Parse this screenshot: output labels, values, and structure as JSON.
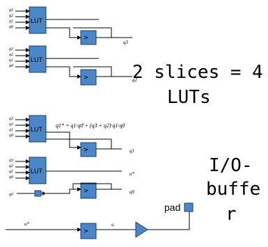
{
  "lut_label": "LUT",
  "ff_symbol": ">",
  "lut1": {
    "inputs": [
      "q3",
      "q2",
      "q1",
      "q0"
    ]
  },
  "lut2": {
    "inputs": [
      "q3",
      "q2",
      "q1",
      "q0"
    ]
  },
  "lut3": {
    "inputs": [
      "q3",
      "q2",
      "q1",
      "q0"
    ]
  },
  "lut4": {
    "inputs": [
      "q3",
      "q2",
      "q1",
      "q0"
    ]
  },
  "outputs": {
    "q3": "q3",
    "q2": "q2",
    "q1": "q1",
    "u_star": "u*",
    "q0": "q0",
    "q0_in": "q0",
    "u_star_in": "u*",
    "u": "u"
  },
  "equation": "q1* = q1·q0̄ + (q3 + q2)·q1·q0",
  "slices_text_line1": "2 slices = 4",
  "slices_text_line2": "LUTs",
  "io_line1": "I/O-",
  "io_line2": "buffe",
  "io_line3": "r",
  "pad_label": "pad"
}
